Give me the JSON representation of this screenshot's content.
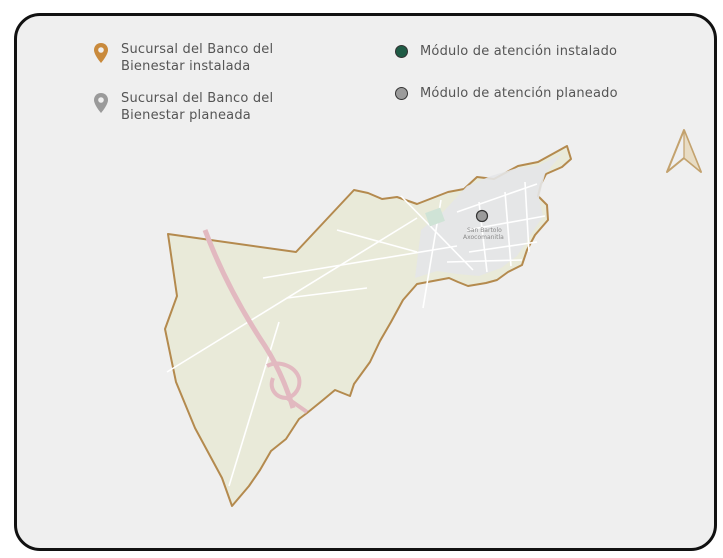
{
  "legend": {
    "branch_installed": "Sucursal del Banco del Bienestar instalada",
    "branch_planned": "Sucursal del Banco del Bienestar planeada",
    "module_installed": "Módulo de atención instalado",
    "module_planned": "Módulo de atención planeado"
  },
  "icons": {
    "branch_installed": "map-pin-icon",
    "branch_planned": "map-pin-icon",
    "module_installed": "circle-dot-icon",
    "module_planned": "circle-dot-icon",
    "north": "north-arrow-icon"
  },
  "colors": {
    "branch_installed": "#c98a3c",
    "branch_planned": "#9a9a9a",
    "module_installed": "#1f5b45",
    "module_planned": "#9b9b9b",
    "boundary": "#b48a4e",
    "area_fill": "#e9ead9",
    "background": "#efefef"
  },
  "map": {
    "town_label": "San Bartolo\nAxocomanitla"
  }
}
